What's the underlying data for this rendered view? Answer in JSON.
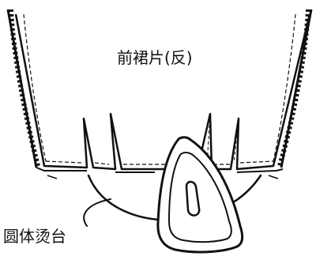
{
  "labels": {
    "panel": "前裙片(反)",
    "board": "圆体烫台"
  },
  "colors": {
    "ink": "#111111",
    "paper": "#ffffff"
  },
  "parts": {
    "garment": "front-skirt-panel",
    "tool": "iron-icon",
    "support": "round-pressing-board"
  }
}
